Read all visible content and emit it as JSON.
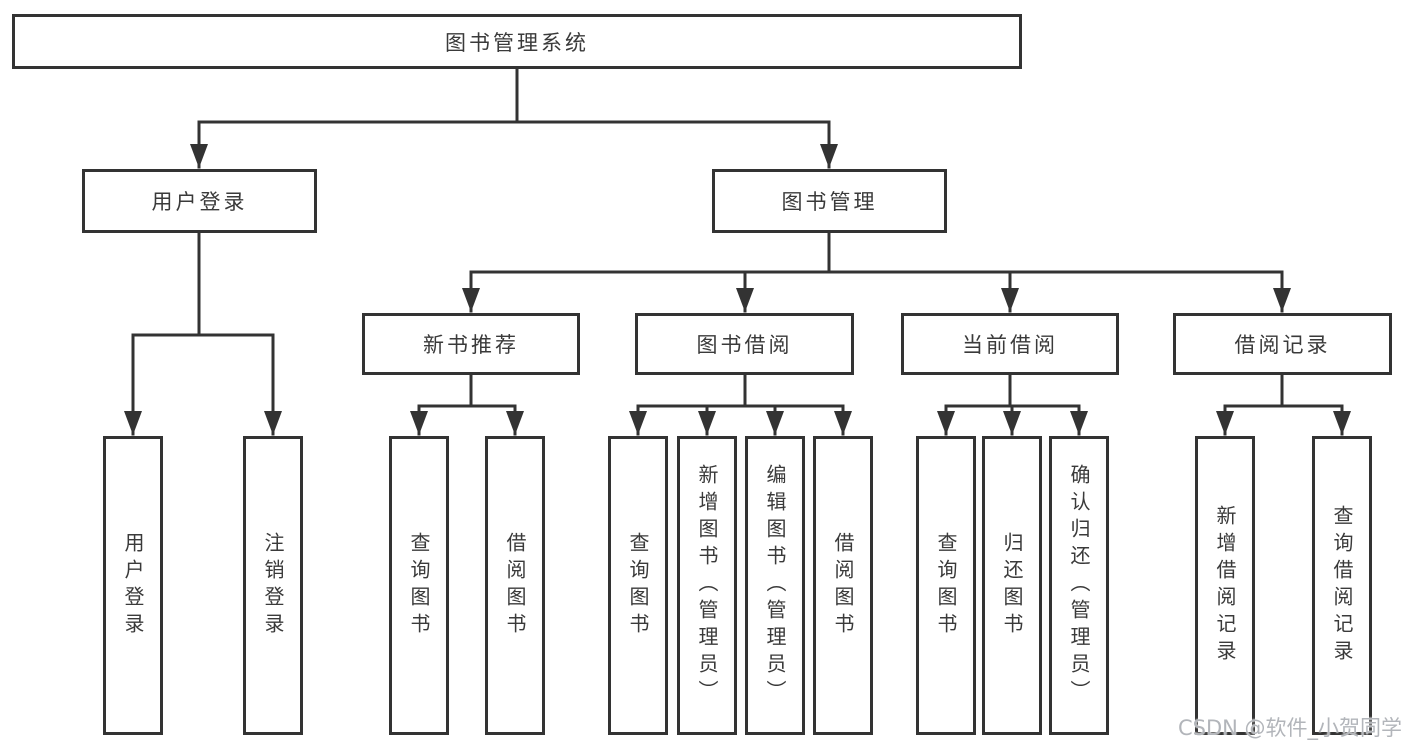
{
  "diagram": {
    "type": "hierarchy-flowchart",
    "title": "图书管理系统"
  },
  "nodes": {
    "root": {
      "label": "图书管理系统"
    },
    "user_login": {
      "label": "用户登录"
    },
    "book_mgmt": {
      "label": "图书管理"
    },
    "new_book_rec": {
      "label": "新书推荐"
    },
    "book_borrow": {
      "label": "图书借阅"
    },
    "current_borrow": {
      "label": "当前借阅"
    },
    "borrow_records": {
      "label": "借阅记录"
    },
    "user_login_leaf": {
      "label": "用户登录"
    },
    "logout_leaf": {
      "label": "注销登录"
    },
    "rec_query": {
      "label": "查询图书"
    },
    "rec_borrow": {
      "label": "借阅图书"
    },
    "bb_query": {
      "label": "查询图书"
    },
    "bb_add": {
      "label": "新增图书（管理员）"
    },
    "bb_edit": {
      "label": "编辑图书（管理员）"
    },
    "bb_borrow": {
      "label": "借阅图书"
    },
    "cb_query": {
      "label": "查询图书"
    },
    "cb_return": {
      "label": "归还图书"
    },
    "cb_confirm": {
      "label": "确认归还（管理员）"
    },
    "br_add": {
      "label": "新增借阅记录"
    },
    "br_query": {
      "label": "查询借阅记录"
    }
  },
  "edges": [
    {
      "from": "root",
      "to": [
        "user_login",
        "book_mgmt"
      ]
    },
    {
      "from": "user_login",
      "to": [
        "user_login_leaf",
        "logout_leaf"
      ]
    },
    {
      "from": "book_mgmt",
      "to": [
        "new_book_rec",
        "book_borrow",
        "current_borrow",
        "borrow_records"
      ]
    },
    {
      "from": "new_book_rec",
      "to": [
        "rec_query",
        "rec_borrow"
      ]
    },
    {
      "from": "book_borrow",
      "to": [
        "bb_query",
        "bb_add",
        "bb_edit",
        "bb_borrow"
      ]
    },
    {
      "from": "current_borrow",
      "to": [
        "cb_query",
        "cb_return",
        "cb_confirm"
      ]
    },
    {
      "from": "borrow_records",
      "to": [
        "br_add",
        "br_query"
      ]
    }
  ],
  "watermark": {
    "text": "CSDN @软件_小贺同学",
    "color": "#b2b5ba"
  },
  "colors": {
    "background": "#ffffff",
    "box_border": "#333333",
    "connector_line": "#333333",
    "text": "#3a3a3a"
  }
}
